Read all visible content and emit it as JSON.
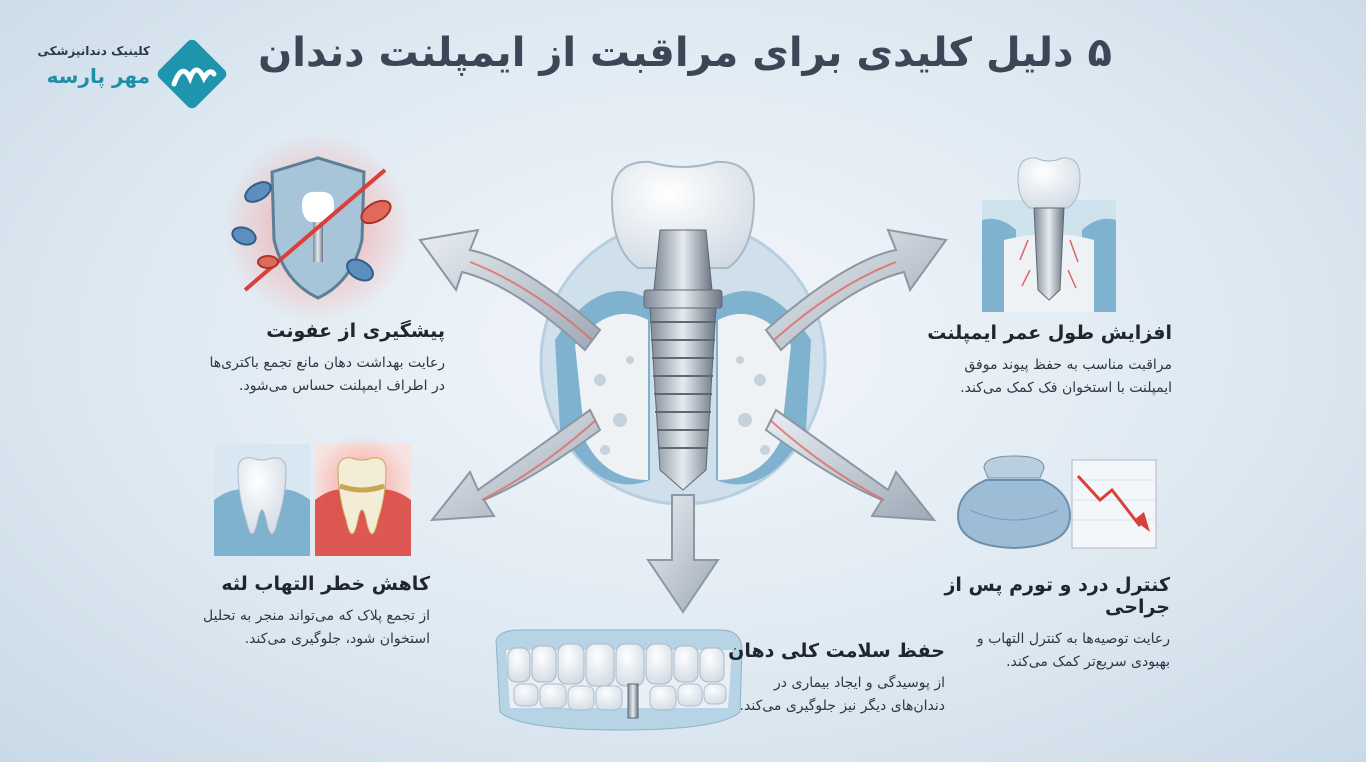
{
  "header": {
    "title": "۵ دلیل کلیدی برای مراقبت از ایمپلنت دندان"
  },
  "logo": {
    "clinic_label": "کلینیک دندانپزشکی",
    "clinic_name": "مهر پارسه",
    "icon": "mp-logo-icon"
  },
  "reasons": {
    "infection": {
      "title": "پیشگیری از عفونت",
      "line1": "رعایت بهداشت دهان مانع تجمع باکتری‌ها",
      "line2": "در اطراف ایمپلنت حساس می‌شود.",
      "icon": "shield-bacteria-icon"
    },
    "lifespan": {
      "title": "افزایش طول عمر ایمپلنت",
      "line1": "مراقبت مناسب به حفظ پیوند موفق",
      "line2": "ایمپلنت با استخوان فک کمک می‌کند.",
      "icon": "implant-in-bone-icon"
    },
    "gum": {
      "title": "کاهش خطر التهاب لثه",
      "line1": "از تجمع پلاک که می‌تواند منجر به تحلیل",
      "line2": "استخوان شود، جلوگیری می‌کند.",
      "icon": "healthy-vs-inflamed-tooth-icon"
    },
    "pain": {
      "title": "کنترل درد و تورم پس از جراحی",
      "line1": "رعایت توصیه‌ها به کنترل التهاب و",
      "line2": "بهبودی سریع‌تر کمک می‌کند.",
      "icon": "ice-pack-trend-icon"
    },
    "oral": {
      "title": "حفظ سلامت کلی دهان",
      "line1": "از پوسیدگی و ایجاد بیماری در",
      "line2": "دندان‌های دیگر نیز جلوگیری می‌کند.",
      "icon": "dental-arch-icon"
    }
  },
  "colors": {
    "accent": "#1f8fa8",
    "gum": "#7fb2cf",
    "inflamed": "#d9403a",
    "arrow": "#aeb8c4"
  }
}
